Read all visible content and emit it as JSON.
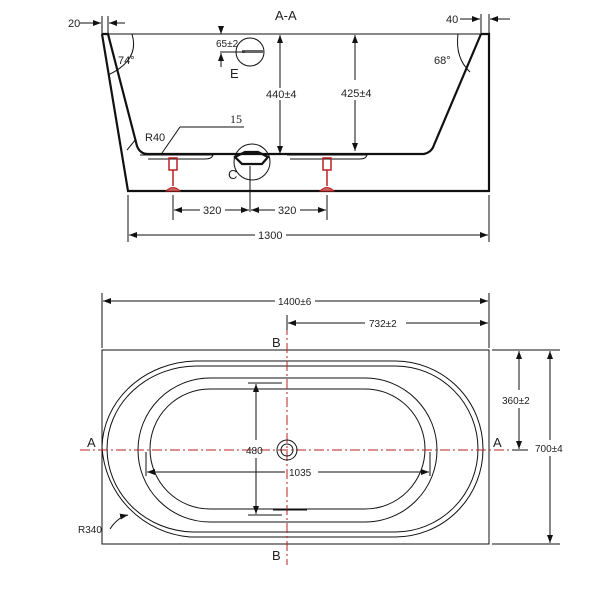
{
  "section_view": {
    "title": "A-A",
    "dim_left_wall": "20",
    "dim_right_wall": "40",
    "angle_left": "74°",
    "angle_right": "68°",
    "overflow_height": "65±2",
    "detail_e": "E",
    "detail_c": "C",
    "depth_center": "440±4",
    "depth_right": "425±4",
    "radius": "R40",
    "slope_note": "15",
    "leg_spacing_left": "320",
    "leg_spacing_right": "320",
    "base_length": "1300"
  },
  "plan_view": {
    "overall_length": "1400±6",
    "drain_offset": "732±2",
    "section_b_top": "B",
    "section_b_bottom": "B",
    "section_a_left": "A",
    "section_a_right": "A",
    "inner_width": "480",
    "inner_length": "1035",
    "half_width": "360±2",
    "overall_width": "700±4",
    "corner_radius": "R340"
  },
  "colors": {
    "line": "#111111",
    "centerline": "#bb2222"
  }
}
